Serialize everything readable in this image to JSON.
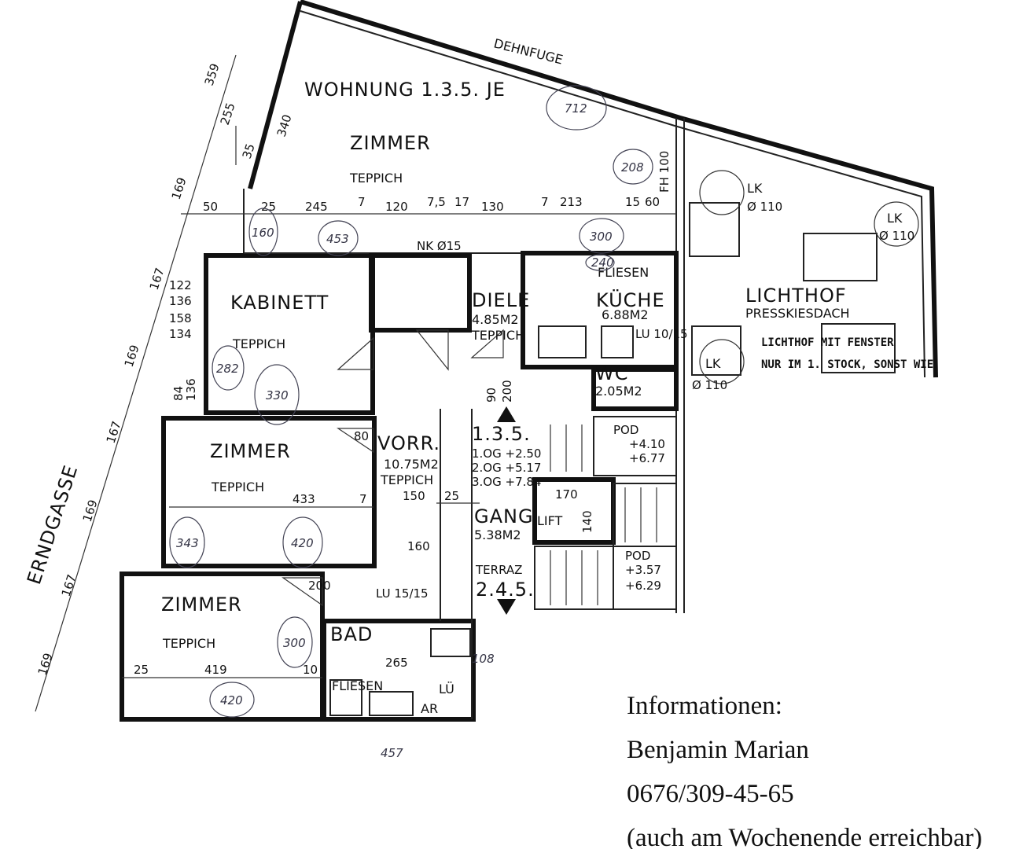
{
  "plan": {
    "title": "WOHNUNG 1.3.5. JE",
    "expansion_joint": "DEHNFUGE",
    "street": "ERNDGASSE",
    "rooms": {
      "zimmer_top": {
        "name": "ZIMMER",
        "floor": "TEPPICH"
      },
      "kabinett": {
        "name": "KABINETT",
        "floor": "TEPPICH"
      },
      "zimmer_mid": {
        "name": "ZIMMER",
        "floor": "TEPPICH"
      },
      "zimmer_bottom": {
        "name": "ZIMMER",
        "floor": "TEPPICH"
      },
      "diele": {
        "name": "DIELE",
        "area": "4.85M2",
        "floor": "TEPPICH"
      },
      "kueche": {
        "name": "KÜCHE",
        "area": "6.88M2",
        "floor": "FLIESEN"
      },
      "wc": {
        "name": "WC",
        "area": "2.05M2"
      },
      "vorraum": {
        "name": "VORR.",
        "area": "10.75M2",
        "floor": "TEPPICH"
      },
      "gang": {
        "name": "GANG",
        "area": "5.38M2"
      },
      "lift": {
        "name": "LIFT"
      },
      "bad": {
        "name": "BAD",
        "floor": "FLIESEN"
      },
      "ar": {
        "name": "AR"
      },
      "lichthof": {
        "name": "LICHTHOF",
        "sub": "PRESSKIESDACH"
      }
    },
    "stair_top": {
      "label": "1.3.5.",
      "lines": [
        "1.OG +2.50",
        "2.OG +5.17",
        "3.OG +7.84"
      ]
    },
    "stair_bottom": {
      "label": "2.4.5.",
      "terrace": "TERRAZ"
    },
    "pod1": {
      "label": "POD",
      "lines": [
        "+4.10",
        "+6.77"
      ]
    },
    "pod2": {
      "label": "POD",
      "lines": [
        "+3.57",
        "+6.29"
      ]
    },
    "note_lines": [
      "LICHTHOF MIT FENSTER",
      "NUR IM 1. STOCK, SONST WIE"
    ],
    "lk_labels": [
      "LK",
      "Ø 110",
      "LK",
      "Ø 110",
      "LK",
      "Ø 110"
    ],
    "nk": "NK Ø15",
    "lu_kitchen": "LU 10/15",
    "lu_bad": "LU 15/15",
    "lu_ar": "LÜ",
    "fh": "FH 100",
    "dimensions_top": [
      "50",
      "25",
      "245",
      "7",
      "120",
      "7,5",
      "17",
      "130",
      "7",
      "213",
      "15",
      "60"
    ],
    "dimensions_left": [
      "359",
      "255",
      "35",
      "340",
      "169",
      "167",
      "169",
      "167",
      "169",
      "167",
      "169"
    ],
    "dimensions_left_stack": [
      "122",
      "136",
      "158",
      "134",
      "84",
      "136"
    ],
    "dimensions_inner": [
      "433",
      "7",
      "160",
      "419",
      "25",
      "10",
      "265",
      "150",
      "25",
      "170",
      "140",
      "80",
      "200",
      "90",
      "200"
    ],
    "handwritten": [
      "712",
      "208",
      "453",
      "300",
      "160",
      "330",
      "282",
      "420",
      "343",
      "300",
      "420",
      "457",
      "108",
      "240"
    ]
  },
  "info": {
    "heading": "Informationen:",
    "name": "Benjamin Marian",
    "phone": "0676/309-45-65",
    "availability": "(auch am Wochenende erreichbar)"
  }
}
